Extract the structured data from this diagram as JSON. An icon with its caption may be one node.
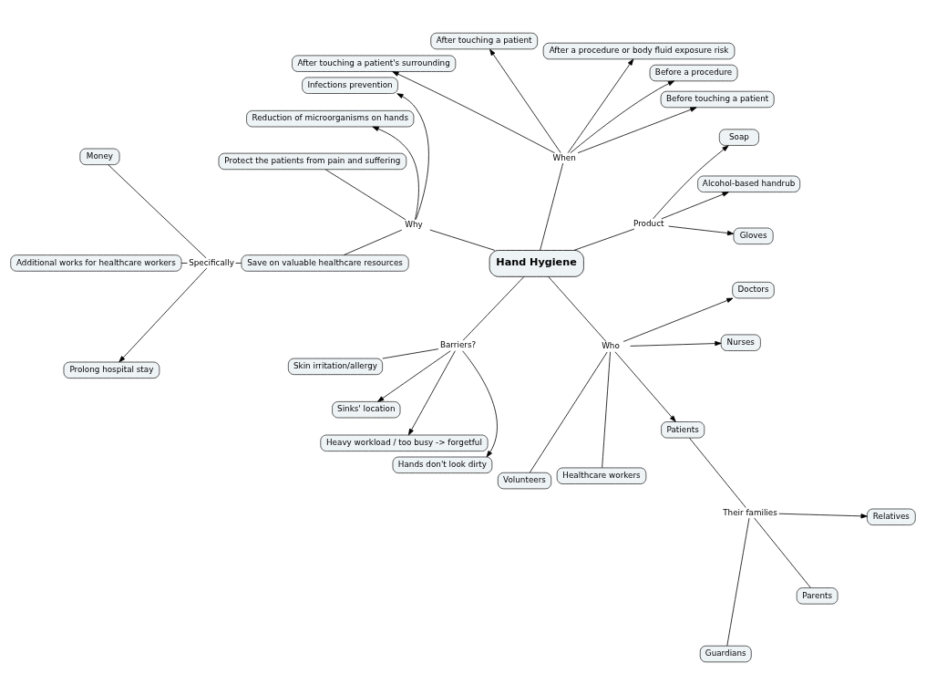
{
  "diagram": {
    "nodes": [
      {
        "text": [
          "Hand Hygiene"
        ]
      },
      {
        "text": [
          "When"
        ]
      },
      {
        "text": [
          "Before touching a patient"
        ]
      },
      {
        "text": [
          "Before a procedure"
        ]
      },
      {
        "text": [
          "After a procedure or body fluid exposure risk"
        ]
      },
      {
        "text": [
          "After touching a patient"
        ]
      },
      {
        "text": [
          "After touching a patient's surrounding"
        ]
      },
      {
        "text": [
          "Product"
        ]
      },
      {
        "text": [
          "Soap"
        ]
      },
      {
        "text": [
          "Alcohol-based handrub"
        ]
      },
      {
        "text": [
          "Gloves"
        ]
      },
      {
        "text": [
          "Who"
        ]
      },
      {
        "text": [
          "Doctors"
        ]
      },
      {
        "text": [
          "Nurses"
        ]
      },
      {
        "text": [
          "Patients"
        ]
      },
      {
        "text": [
          "Healthcare workers"
        ]
      },
      {
        "text": [
          "Volunteers"
        ]
      },
      {
        "text": [
          "Their families"
        ]
      },
      {
        "text": [
          "Relatives"
        ]
      },
      {
        "text": [
          "Parents"
        ]
      },
      {
        "text": [
          "Guardians"
        ]
      },
      {
        "text": [
          "Why"
        ]
      },
      {
        "text": [
          "Infections prevention"
        ]
      },
      {
        "text": [
          "Reduction of microorganisms on hands"
        ]
      },
      {
        "text": [
          "Protect the patients from pain and suffering"
        ]
      },
      {
        "text": [
          "Save on valuable healthcare resources"
        ]
      },
      {
        "text": [
          "Specifically"
        ]
      },
      {
        "text": [
          "Money"
        ]
      },
      {
        "text": [
          "Prolong hospital stay"
        ]
      },
      {
        "text": [
          "Additional works for healthcare workers"
        ]
      },
      {
        "text": [
          "Barriers?"
        ]
      },
      {
        "text": [
          "Hands don't look dirty"
        ]
      },
      {
        "text": [
          "Heavy workload / too busy -> forgetful"
        ]
      },
      {
        "text": [
          "Sinks' location"
        ]
      },
      {
        "text": [
          "Skin irritation/allergy"
        ]
      }
    ],
    "edges": [
      {
        "from": 0,
        "to": 1,
        "arrow": "none"
      },
      {
        "from": 1,
        "to": 2,
        "arrow": "to"
      },
      {
        "from": 1,
        "to": 3,
        "arrow": "to"
      },
      {
        "from": 1,
        "to": 4,
        "arrow": "to"
      },
      {
        "from": 1,
        "to": 5,
        "arrow": "to"
      },
      {
        "from": 1,
        "to": 6,
        "arrow": "to"
      },
      {
        "from": 0,
        "to": 7,
        "arrow": "none"
      },
      {
        "from": 7,
        "to": 8,
        "arrow": "to"
      },
      {
        "from": 7,
        "to": 9,
        "arrow": "to"
      },
      {
        "from": 7,
        "to": 10,
        "arrow": "to"
      },
      {
        "from": 0,
        "to": 11,
        "arrow": "none"
      },
      {
        "from": 11,
        "to": 12,
        "arrow": "to"
      },
      {
        "from": 11,
        "to": 13,
        "arrow": "to"
      },
      {
        "from": 11,
        "to": 14,
        "arrow": "to"
      },
      {
        "from": 11,
        "to": 15,
        "arrow": "none"
      },
      {
        "from": 11,
        "to": 16,
        "arrow": "none"
      },
      {
        "from": 14,
        "to": 17,
        "arrow": "none"
      },
      {
        "from": 17,
        "to": 18,
        "arrow": "to"
      },
      {
        "from": 17,
        "to": 19,
        "arrow": "none"
      },
      {
        "from": 17,
        "to": 20,
        "arrow": "none"
      },
      {
        "from": 0,
        "to": 21,
        "arrow": "none"
      },
      {
        "from": 21,
        "to": 22,
        "arrow": "to"
      },
      {
        "from": 21,
        "to": 23,
        "arrow": "to"
      },
      {
        "from": 21,
        "to": 24,
        "arrow": "none"
      },
      {
        "from": 21,
        "to": 25,
        "arrow": "none"
      },
      {
        "from": 25,
        "to": 26,
        "arrow": "none"
      },
      {
        "from": 26,
        "to": 27,
        "arrow": "none"
      },
      {
        "from": 26,
        "to": 28,
        "arrow": "to"
      },
      {
        "from": 26,
        "to": 29,
        "arrow": "none"
      },
      {
        "from": 0,
        "to": 30,
        "arrow": "none"
      },
      {
        "from": 30,
        "to": 31,
        "arrow": "to"
      },
      {
        "from": 30,
        "to": 32,
        "arrow": "to"
      },
      {
        "from": 30,
        "to": 33,
        "arrow": "to"
      },
      {
        "from": 30,
        "to": 34,
        "arrow": "none"
      }
    ]
  }
}
